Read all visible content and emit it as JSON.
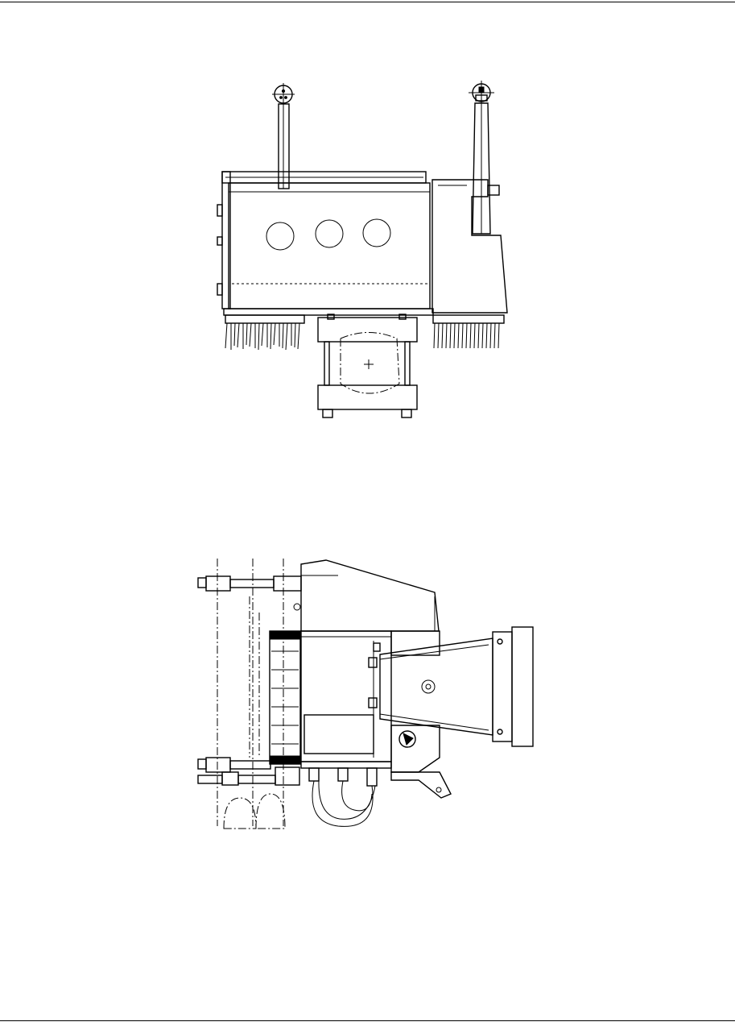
{
  "page": {
    "background": "#ffffff",
    "line_color": "#000000"
  },
  "figures": [
    {
      "id": "front-view",
      "kind": "line-drawing"
    },
    {
      "id": "top-view",
      "kind": "line-drawing"
    }
  ]
}
